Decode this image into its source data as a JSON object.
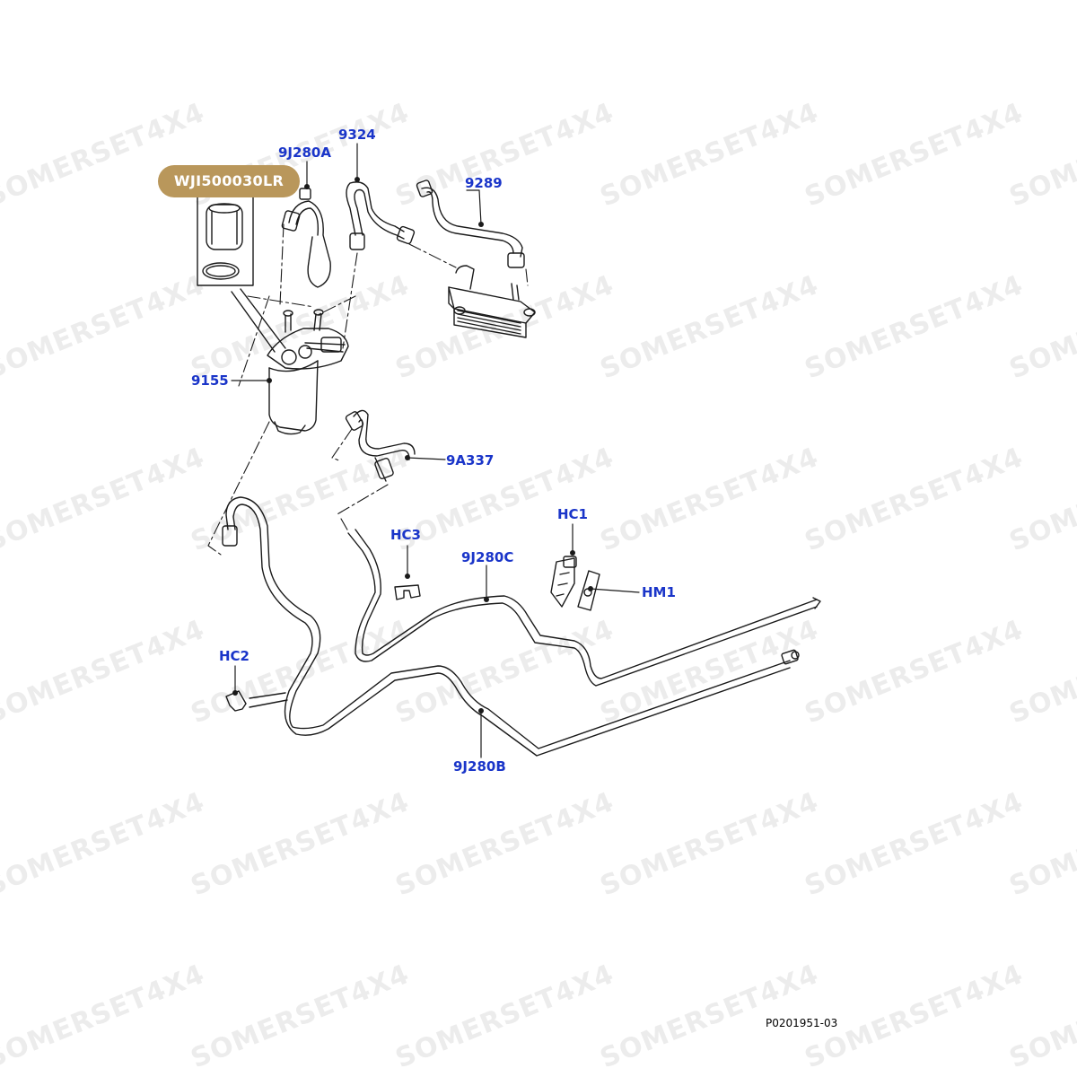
{
  "badge": {
    "label": "WJI500030LR"
  },
  "watermark": {
    "text": "SOMERSET4X4"
  },
  "callouts": {
    "c9324": "9324",
    "c9j280a": "9J280A",
    "c9289": "9289",
    "c9155": "9155",
    "c9a337": "9A337",
    "hc1": "HC1",
    "hc3": "HC3",
    "c9j280c": "9J280C",
    "hm1": "HM1",
    "hc2": "HC2",
    "c9j280b": "9J280B"
  },
  "reference": "P0201951-03",
  "colors": {
    "callout": "#1a35c9",
    "badge": "#b9975b",
    "line": "#1a1a1a"
  }
}
